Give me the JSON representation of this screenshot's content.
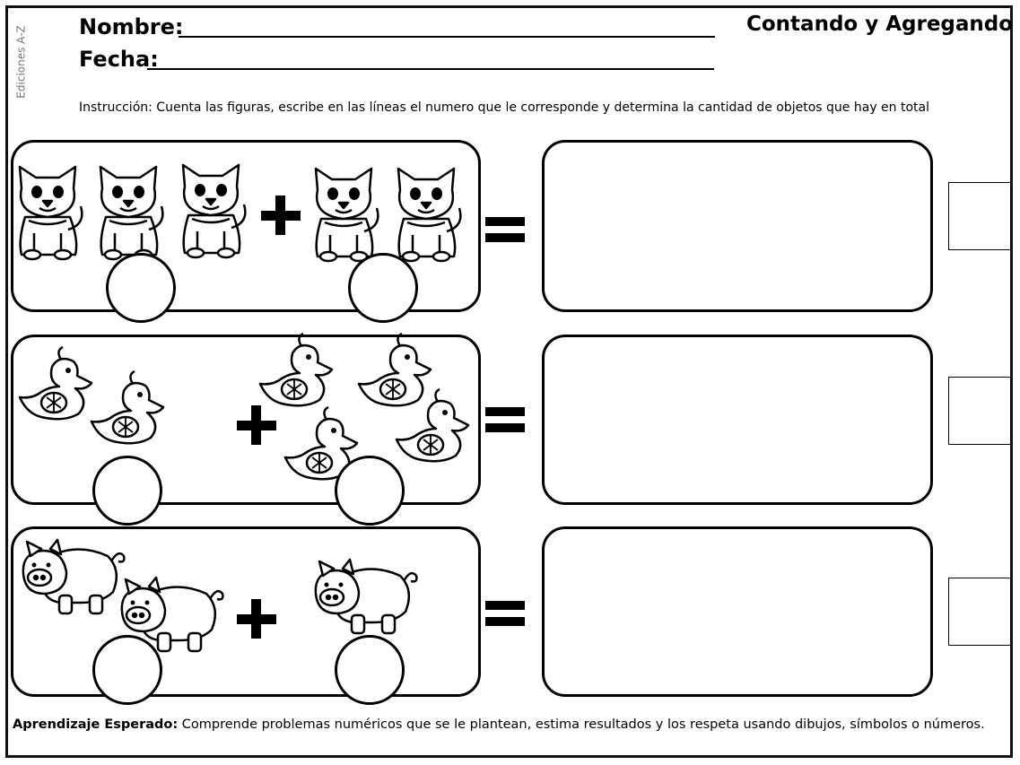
{
  "sheet": {
    "publisher": "Ediciones A-Z",
    "name_label": "Nombre:",
    "date_label": "Fecha:",
    "title": "Contando y Agregando",
    "instruction": "Instrucción:  Cuenta las figuras, escribe en las líneas el numero  que le corresponde y determina la cantidad de objetos que hay en total",
    "footer_bold": "Aprendizaje Esperado:",
    "footer_text": " Comprende problemas numéricos  que se le plantean, estima resultados y los respeta usando dibujos, símbolos o números."
  },
  "problems": [
    {
      "animal": "cat-icon",
      "left_count": 3,
      "right_count": 2
    },
    {
      "animal": "duck-icon",
      "left_count": 2,
      "right_count": 4
    },
    {
      "animal": "pig-icon",
      "left_count": 2,
      "right_count": 1
    }
  ]
}
